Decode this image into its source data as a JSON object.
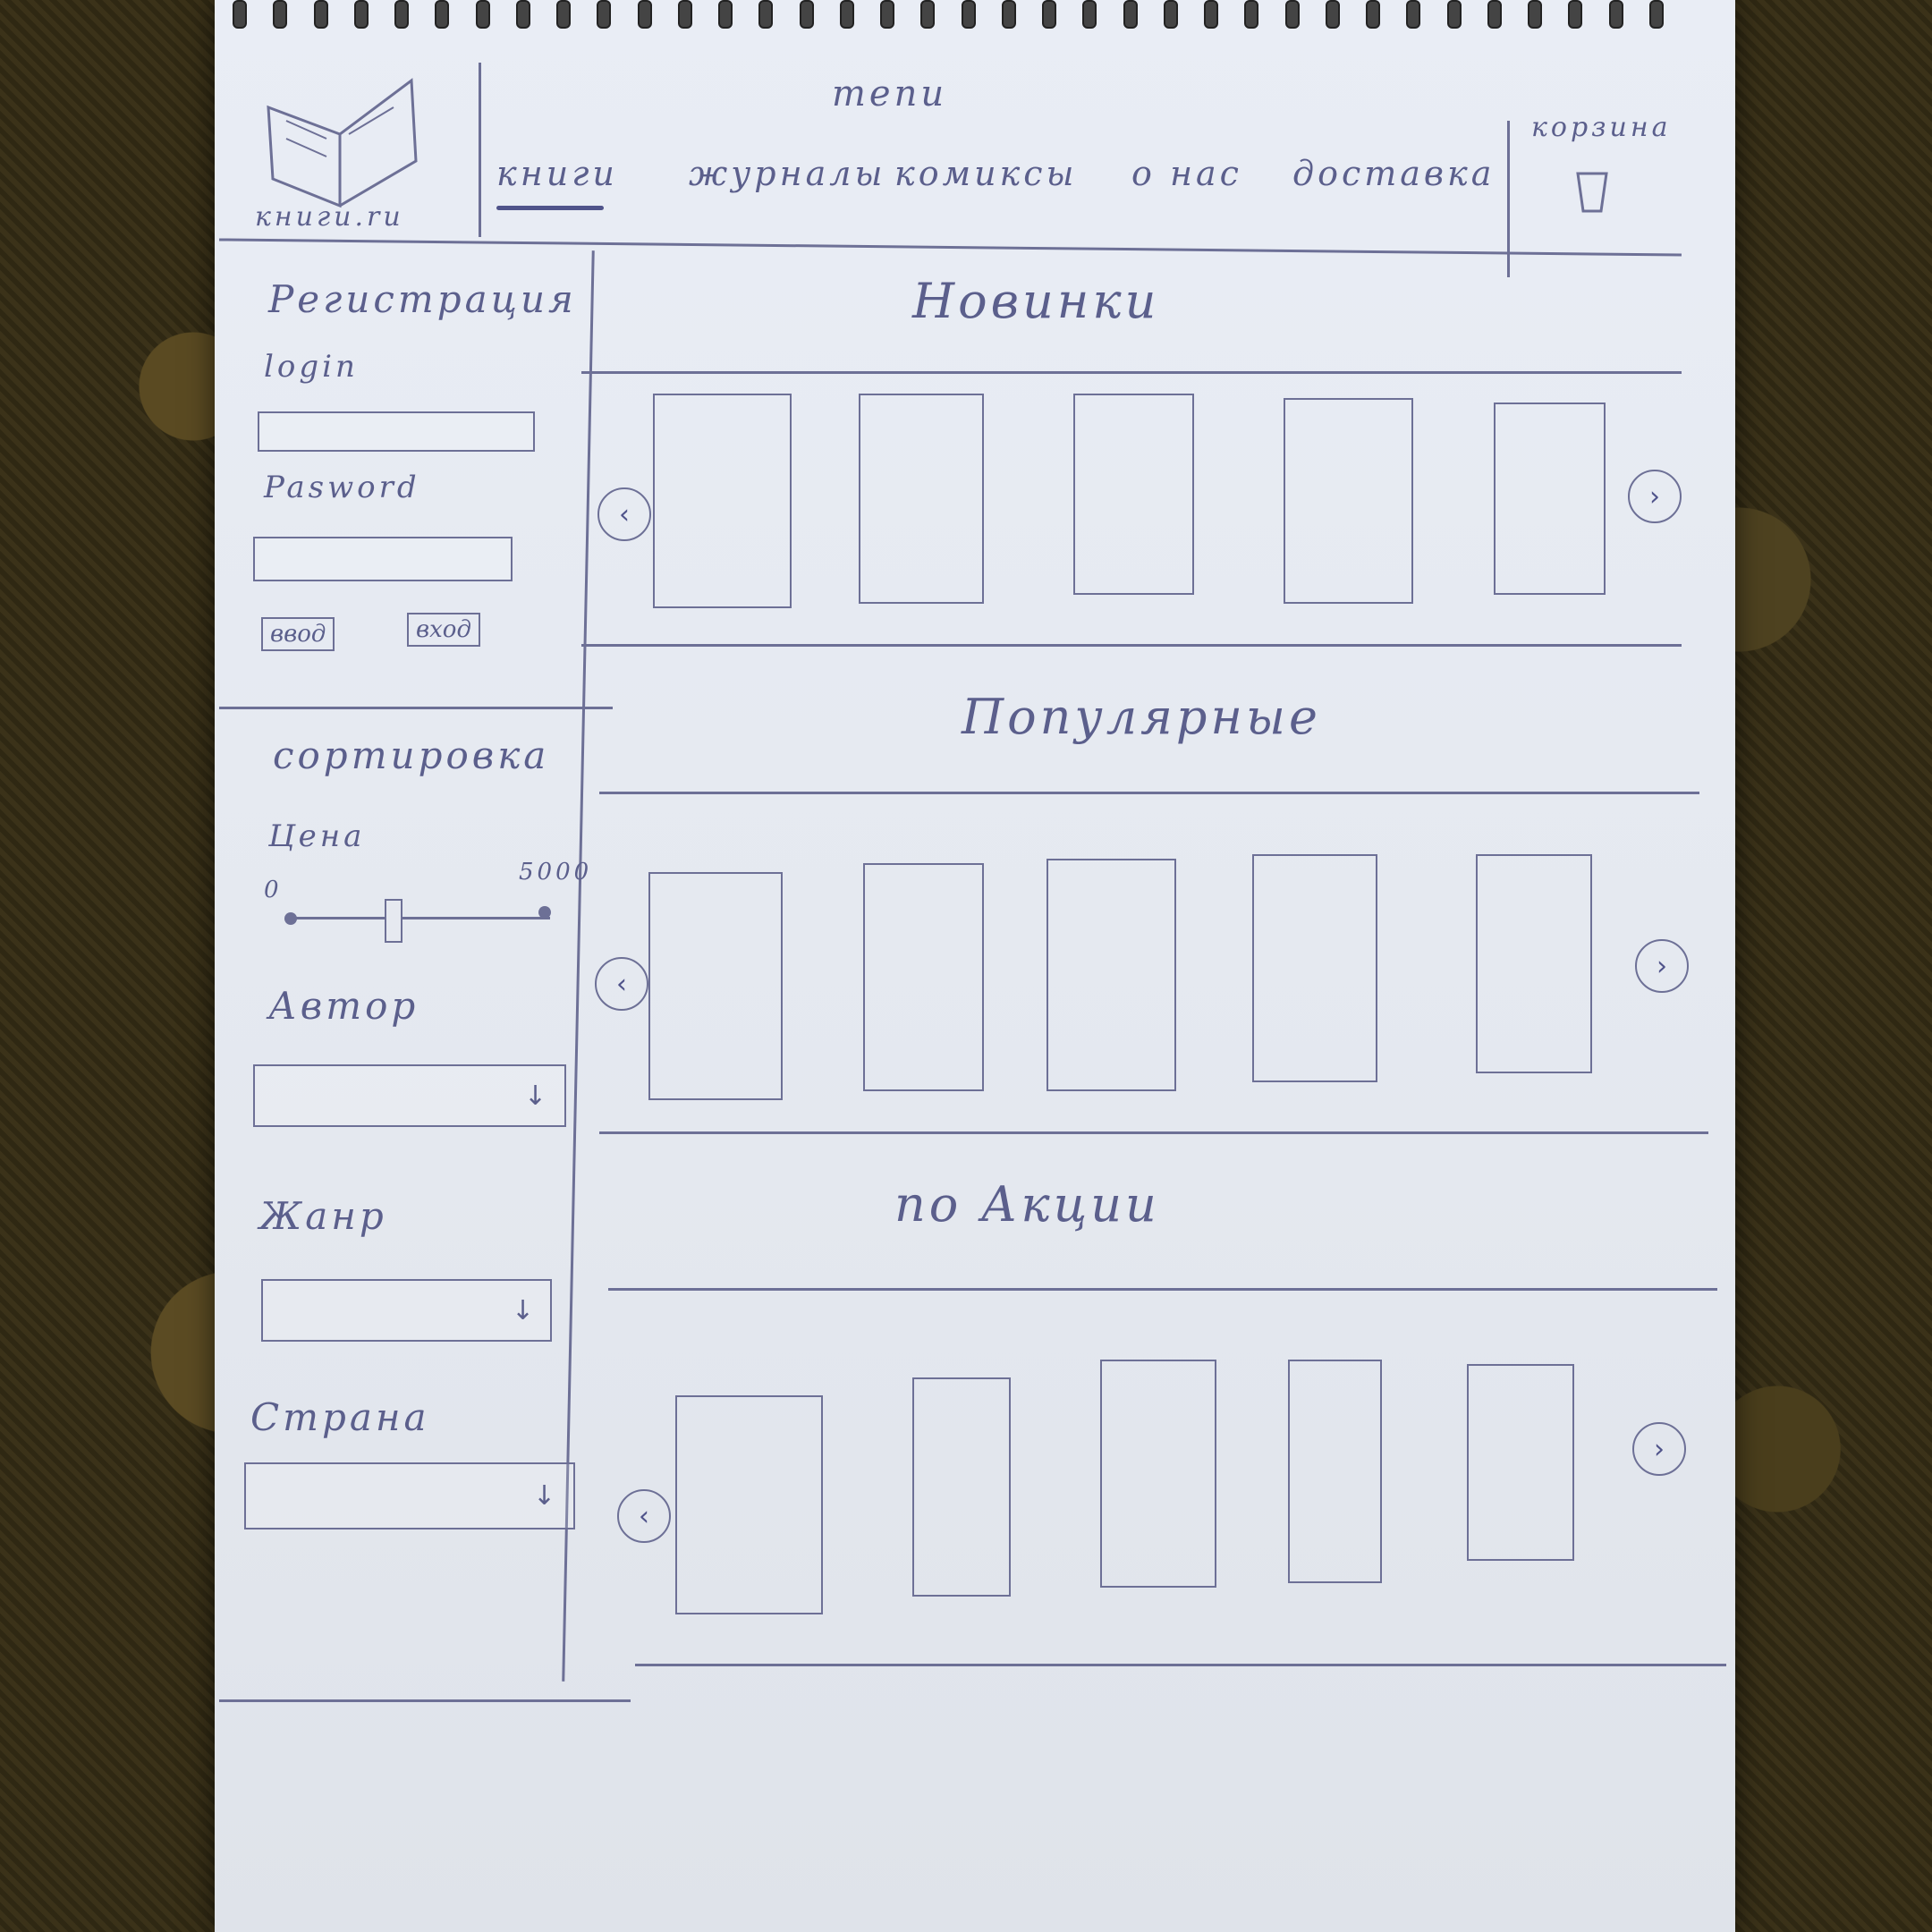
{
  "header": {
    "logo_text": "книги.ru",
    "menu_title": "menu",
    "nav": [
      "книги",
      "журналы",
      "комиксы",
      "о нас",
      "доставка"
    ],
    "cart_label": "корзина"
  },
  "sidebar": {
    "registration_title": "Регистрация",
    "login_label": "login",
    "password_label": "Pasword",
    "btn_enter": "ввод",
    "btn_login": "вход",
    "sort_title": "сортировка",
    "price_label": "Цена",
    "price_min": "0",
    "price_max": "5000",
    "price_value_fraction": 0.4,
    "author_label": "Автор",
    "genre_label": "Жанр",
    "country_label": "Страна"
  },
  "sections": [
    {
      "title": "Новинки",
      "card_count": 5
    },
    {
      "title": "Популярные",
      "card_count": 5
    },
    {
      "title": "по Акции",
      "card_count": 5
    }
  ],
  "icons": {
    "prev": "‹",
    "next": "›",
    "dropdown": "↓"
  },
  "colors": {
    "ink": "#5b5f8c",
    "paper": "#e6e9f0"
  }
}
